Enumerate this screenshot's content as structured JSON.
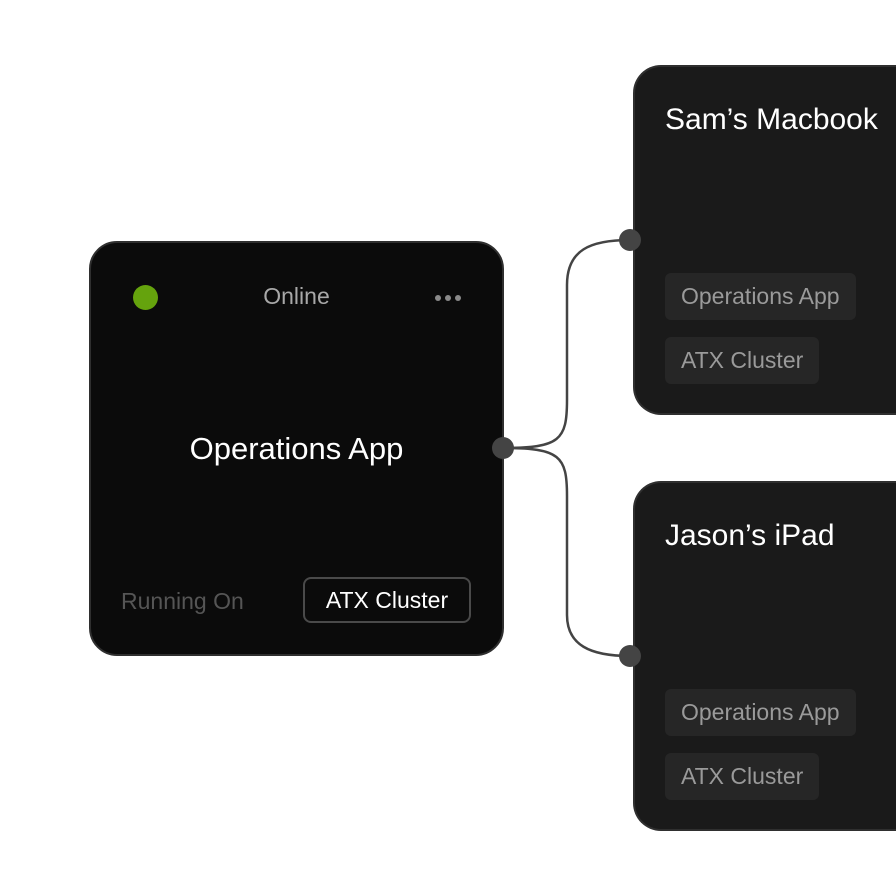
{
  "source_node": {
    "status": "Online",
    "status_color": "#65a30d",
    "title": "Operations App",
    "running_on_label": "Running On",
    "cluster": "ATX Cluster"
  },
  "devices": [
    {
      "title": "Sam’s Macbook",
      "tags": [
        "Operations App",
        "ATX Cluster"
      ]
    },
    {
      "title": "Jason’s iPad",
      "tags": [
        "Operations App",
        "ATX Cluster"
      ]
    }
  ]
}
